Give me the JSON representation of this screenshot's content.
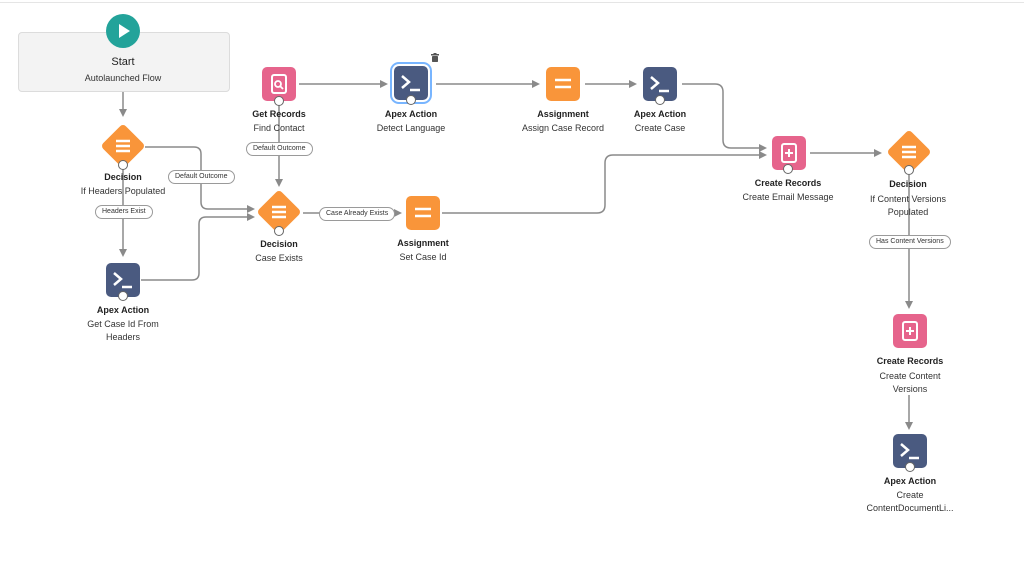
{
  "start": {
    "title": "Start",
    "subtitle": "Autolaunched Flow"
  },
  "nodes": {
    "get_records": {
      "title": "Get Records",
      "subtitle": "Find Contact"
    },
    "apex_detect": {
      "title": "Apex Action",
      "subtitle": "Detect Language"
    },
    "assign_case": {
      "title": "Assignment",
      "subtitle": "Assign Case Record"
    },
    "apex_create_case": {
      "title": "Apex Action",
      "subtitle": "Create Case"
    },
    "decision_headers": {
      "title": "Decision",
      "subtitle": "If Headers Populated"
    },
    "decision_case": {
      "title": "Decision",
      "subtitle": "Case Exists"
    },
    "assign_set": {
      "title": "Assignment",
      "subtitle": "Set Case Id"
    },
    "create_email": {
      "title": "Create Records",
      "subtitle": "Create Email Message"
    },
    "decision_cv": {
      "title": "Decision",
      "subtitle_line1": "If Content Versions",
      "subtitle_line2": "Populated"
    },
    "apex_get_case": {
      "title": "Apex Action",
      "subtitle_line1": "Get Case Id From",
      "subtitle_line2": "Headers"
    },
    "create_cv": {
      "title": "Create Records",
      "subtitle_line1": "Create Content",
      "subtitle_line2": "Versions"
    },
    "apex_cdl": {
      "title": "Apex Action",
      "subtitle_line1": "Create",
      "subtitle_line2": "ContentDocumentLi..."
    }
  },
  "pills": {
    "default_outcome_1": "Default Outcome",
    "default_outcome_2": "Default Outcome",
    "headers_exist": "Headers Exist",
    "case_already_exists": "Case Already Exists",
    "has_content_versions": "Has Content Versions"
  },
  "colors": {
    "apex": "#4a5a80",
    "records": "#e6648c",
    "logic": "#f9953a",
    "start": "#23a39a",
    "connector": "#8a8a8a"
  },
  "icons": {
    "start": "play-icon",
    "apex": "terminal-icon",
    "get_records": "search-record-icon",
    "create_records": "add-record-icon",
    "assignment": "equals-icon",
    "decision": "decision-icon",
    "delete": "trash-icon"
  }
}
